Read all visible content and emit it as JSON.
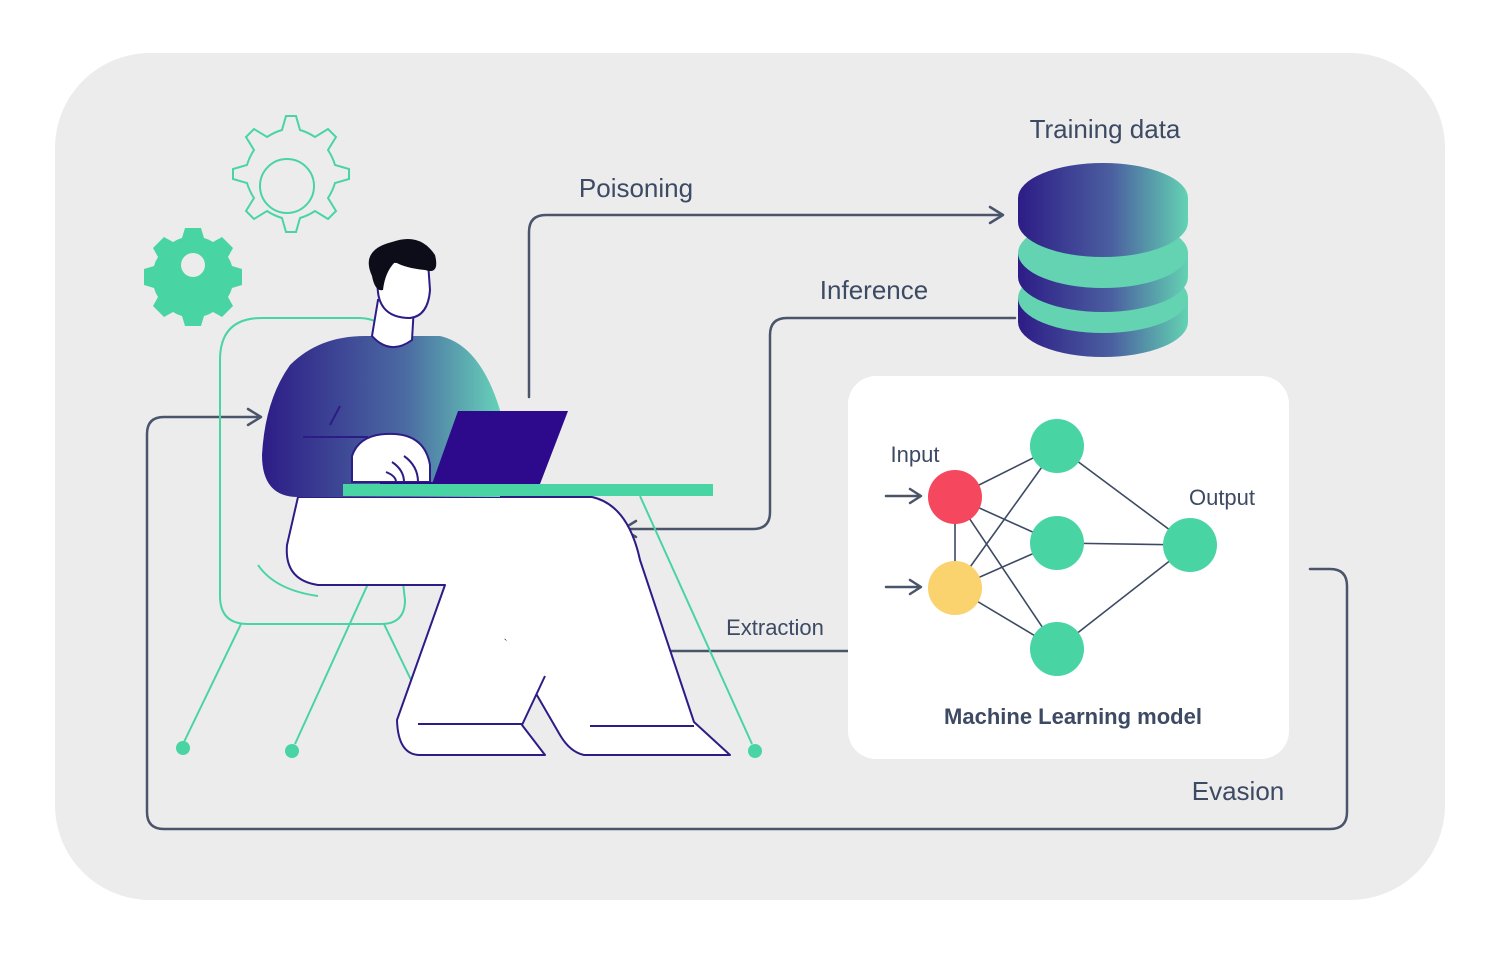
{
  "labels": {
    "training_data": "Training data",
    "poisoning": "Poisoning",
    "inference": "Inference",
    "input": "Input",
    "output": "Output",
    "extraction": "Extraction",
    "model": "Machine Learning model",
    "evasion": "Evasion"
  },
  "colors": {
    "background_panel": "#ececec",
    "mint": "#49d4a4",
    "navy": "#2d1c86",
    "line": "#4a556c",
    "input_red": "#f5475d",
    "input_yellow": "#fad26e",
    "node_green": "#49d4a4",
    "text": "#3d4a63"
  },
  "icons": [
    "gear-icon",
    "gear-small-icon",
    "database-icon",
    "laptop-icon",
    "person-illustration",
    "neural-network"
  ]
}
